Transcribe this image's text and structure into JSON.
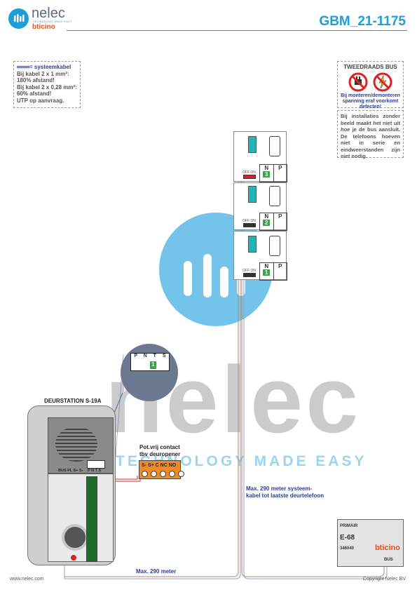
{
  "header": {
    "logo_name": "nelec",
    "logo_tag": "TECHNOLOGY MADE EASY",
    "logo_brand": "bticino",
    "doc_code": "GBM_21-1175"
  },
  "cable_note": {
    "legend": "= systeemkabel",
    "line1": "Bij kabel 2 x 1 mm²:",
    "line2": "180% afstand!",
    "line3": "Bij kabel 2 x 0,28 mm²:",
    "line4": "60% afstand!",
    "line5": "UTP op aanvraag."
  },
  "bus_note": {
    "title": "TWEEDRAADS BUS",
    "warning": "Bij monteren/demonteren spanning eraf voorkomt defecten!"
  },
  "install_note": {
    "text_before": "Bij installaties zonder beeld maakt het niet uit ",
    "text_italic": "hoe",
    "text_after": " je de bus aansluit. De telefoons hoeven niet in serie en eindweerstanden zijn niet nodig."
  },
  "handsets": [
    {
      "switch": "OFF ON",
      "n": "N",
      "p": "P",
      "number": "3"
    },
    {
      "switch": "OFF ON",
      "n": "N",
      "p": "P",
      "number": "2"
    },
    {
      "switch": "OFF ON",
      "n": "N",
      "p": "P",
      "number": "1"
    }
  ],
  "door_station": {
    "title": "DEURSTATION S-19A",
    "terminals": "BUS PL S+ S-",
    "dip": "P N T S",
    "zoom_dip": {
      "p": "P",
      "n": "N",
      "t": "T",
      "s": "S",
      "number": "1"
    }
  },
  "contact": {
    "line1": "Pot.vrij contact",
    "line2": "tbv deuropener",
    "terminals": "S-  S+ C NC NO"
  },
  "cable_text": {
    "line1": "Max. 290 meter systeem-",
    "line2": "kabel tot laatste deurtelefoon",
    "bottom": "Max. 290 meter"
  },
  "psu": {
    "label": "PRIMAIR",
    "model": "E-68",
    "code": "346040",
    "brand": "bticino",
    "bus": "BUS"
  },
  "watermark": {
    "word": "nelec",
    "tag": "TECHNOLOGY MADE EASY"
  },
  "footer": {
    "left": "www.nelec.com",
    "right": "Copyright Nelec BV"
  }
}
